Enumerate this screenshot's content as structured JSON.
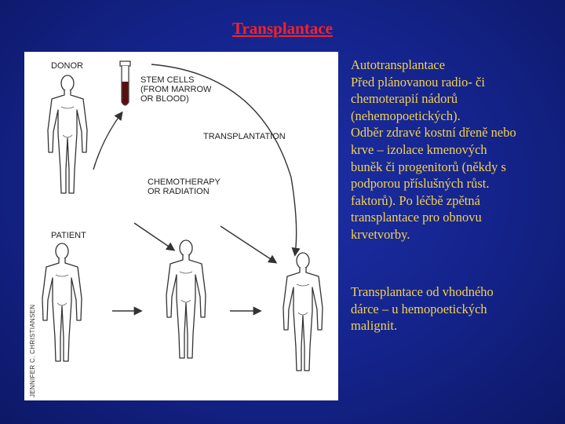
{
  "slide": {
    "title": "Transplantace",
    "figure": {
      "labels": {
        "donor": "DONOR",
        "stem_cells": "STEM CELLS\n(FROM MARROW\nOR BLOOD)",
        "transplantation": "TRANSPLANTATION",
        "chemo": "CHEMOTHERAPY\nOR RADIATION",
        "patient": "PATIENT",
        "credit": "JENNIFER C. CHRISTIANSEN"
      }
    },
    "text_block_1": [
      "Autotransplantace",
      "Před plánovanou radio- či",
      "chemoterapií nádorů",
      "(nehemopoetických).",
      "Odběr zdravé kostní dřeně nebo",
      "krve – izolace kmenových",
      "buněk či progenitorů (někdy s",
      "podporou příslušných růst.",
      "faktorů). Po léčbě zpětná",
      "transplantace pro obnovu",
      "krvetvorby."
    ],
    "text_block_2": [
      "Transplantace od vhodného",
      "dárce – u hemopoetických",
      "malignit."
    ]
  }
}
